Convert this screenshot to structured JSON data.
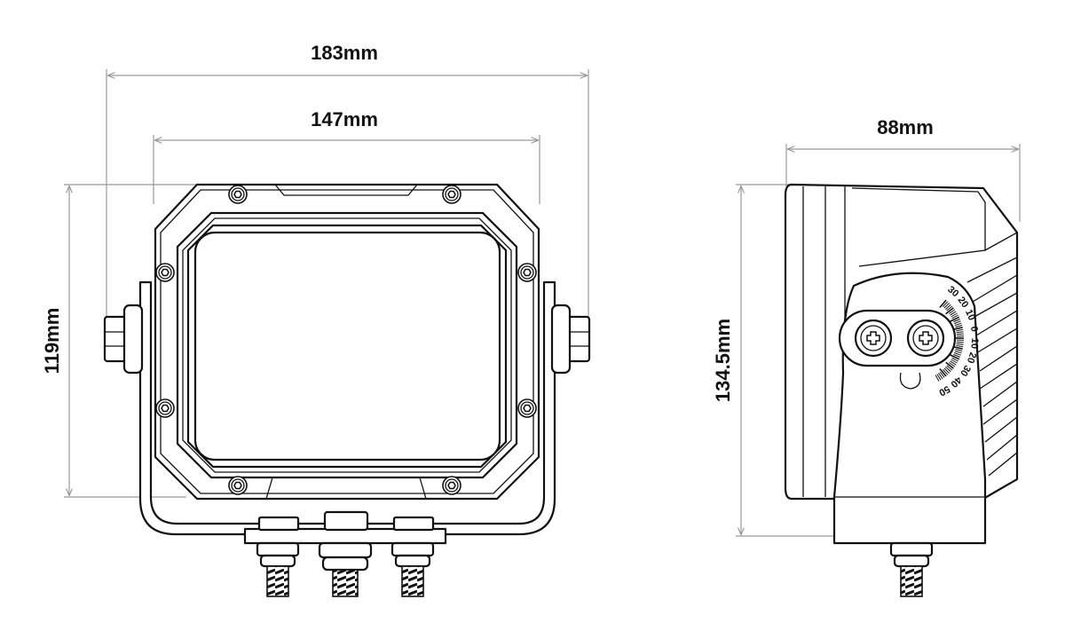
{
  "dimensions": {
    "front_total_width": "183mm",
    "front_lens_width": "147mm",
    "front_height": "119mm",
    "side_depth": "88mm",
    "side_height": "134.5mm"
  },
  "angle_scale": {
    "labels": [
      "30",
      "20",
      "10",
      "0",
      "10",
      "20",
      "30",
      "40",
      "50"
    ]
  },
  "icons": {
    "bolt_head": "phillips-screw-icon",
    "fastener": "hex-socket-screw-icon"
  },
  "colors": {
    "outline": "#111111",
    "dimension_line": "#9a9a9a"
  }
}
